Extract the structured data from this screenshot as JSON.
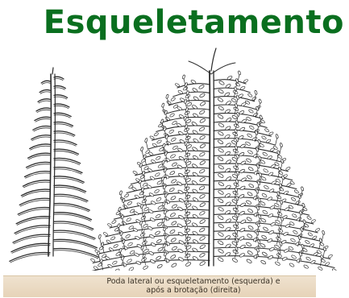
{
  "slide": {
    "title": "Esqueletamento",
    "caption_line1": "Poda lateral ou esqueletamento (esquerda) e",
    "caption_line2": "após a brotação (direita)"
  },
  "colors": {
    "title": "#0a6f1f",
    "ink": "#2b2b2b",
    "caption_bg": "#e9d9c1"
  },
  "illustration": {
    "left_tree": "pruned-skeleton-tree",
    "right_tree": "resprouted-tree"
  }
}
